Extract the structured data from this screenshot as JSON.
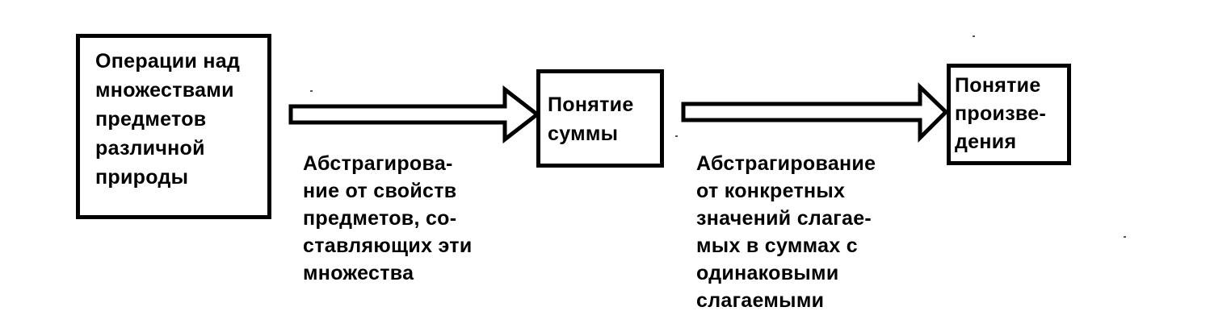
{
  "diagram": {
    "nodes": [
      {
        "id": "sets",
        "text": "Операции над\nмножествами\nпредметов\nразличной\nприроды"
      },
      {
        "id": "sum",
        "text": "Понятие\nсуммы"
      },
      {
        "id": "product",
        "text": "Понятие\nпроизве-\nдения"
      }
    ],
    "edges": [
      {
        "from": "sets",
        "to": "sum",
        "label": "Абстрагирова-\nние от свойств\nпредметов, со-\nставляющих эти\nмножества"
      },
      {
        "from": "sum",
        "to": "product",
        "label": "Абстрагирование\nот конкретных\nзначений слагае-\nмых в суммах с\nодинаковыми\nслагаемыми"
      }
    ]
  },
  "colors": {
    "stroke": "#000000",
    "background": "#ffffff"
  }
}
